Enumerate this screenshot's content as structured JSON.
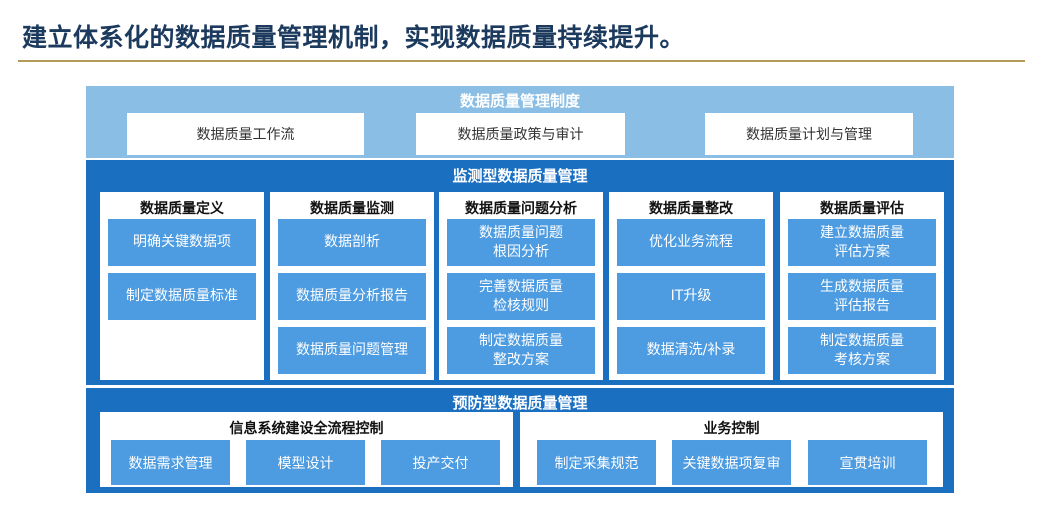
{
  "title": "建立体系化的数据质量管理机制，实现数据质量持续提升。",
  "institution": {
    "heading": "数据质量管理制度",
    "items": [
      "数据质量工作流",
      "数据质量政策与审计",
      "数据质量计划与管理"
    ]
  },
  "monitoring": {
    "heading": "监测型数据质量管理",
    "columns": [
      {
        "title": "数据质量定义",
        "items": [
          "明确关键数据项",
          "制定数据质量标准"
        ]
      },
      {
        "title": "数据质量监测",
        "items": [
          "数据剖析",
          "数据质量分析报告",
          "数据质量问题管理"
        ]
      },
      {
        "title": "数据质量问题分析",
        "items": [
          "数据质量问题\n根因分析",
          "完善数据质量\n检核规则",
          "制定数据质量\n整改方案"
        ]
      },
      {
        "title": "数据质量整改",
        "items": [
          "优化业务流程",
          "IT升级",
          "数据清洗/补录"
        ]
      },
      {
        "title": "数据质量评估",
        "items": [
          "建立数据质量\n评估方案",
          "生成数据质量\n评估报告",
          "制定数据质量\n考核方案"
        ]
      }
    ]
  },
  "prevention": {
    "heading": "预防型数据质量管理",
    "panels": [
      {
        "title": "信息系统建设全流程控制",
        "items": [
          "数据需求管理",
          "模型设计",
          "投产交付"
        ]
      },
      {
        "title": "业务控制",
        "items": [
          "制定采集规范",
          "关键数据项复审",
          "宣贯培训"
        ]
      }
    ]
  }
}
